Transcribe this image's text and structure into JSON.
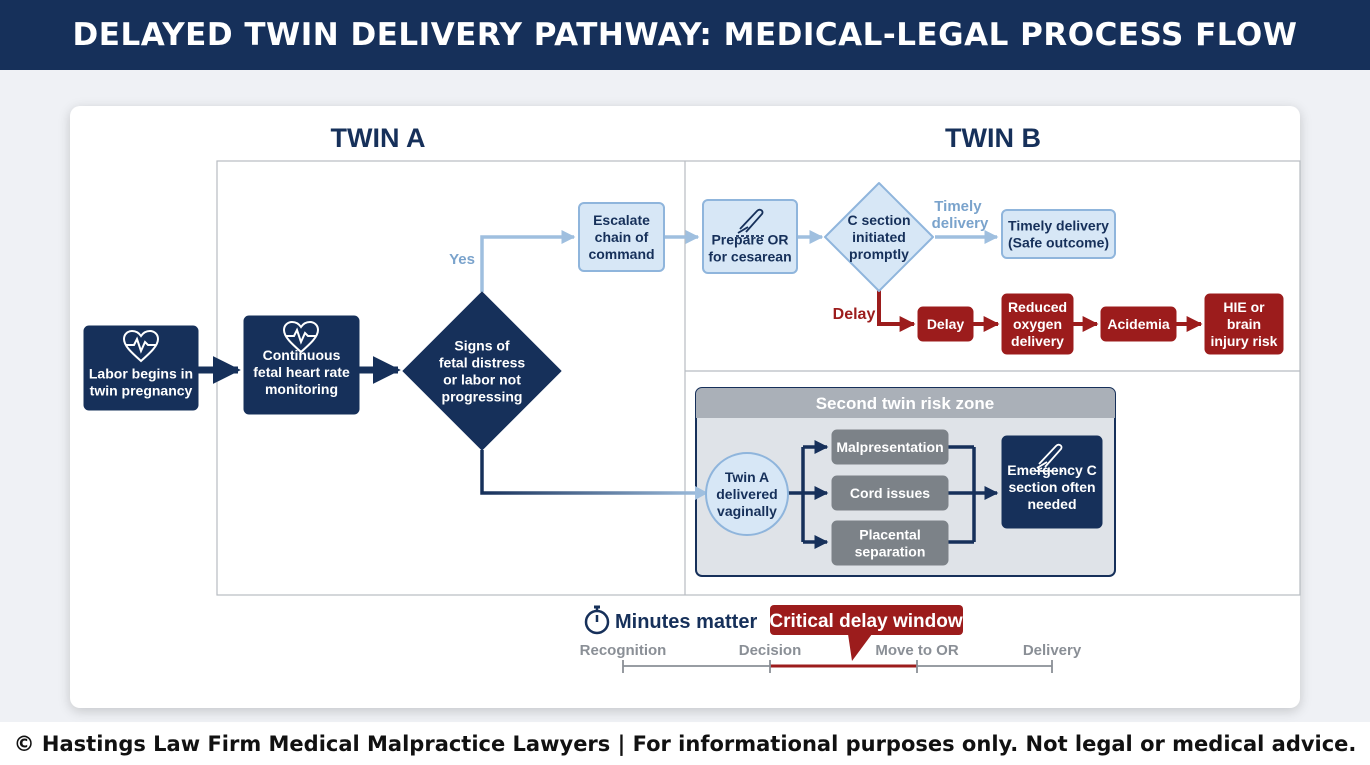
{
  "header": {
    "title": "DELAYED TWIN DELIVERY PATHWAY: MEDICAL-LEGAL PROCESS FLOW"
  },
  "columns": {
    "twin_a": "TWIN A",
    "twin_b": "TWIN B"
  },
  "nodes": {
    "labor": [
      "Labor begins in",
      "twin pregnancy"
    ],
    "monitoring": [
      "Continuous",
      "fetal heart rate",
      "monitoring"
    ],
    "decision": [
      "Signs of",
      "fetal distress",
      "or labor not",
      "progressing"
    ],
    "escalate": [
      "Escalate",
      "chain of",
      "command"
    ],
    "prepare_or": [
      "Prepare OR",
      "for cesarean"
    ],
    "c_section": [
      "C section",
      "initiated",
      "promptly"
    ],
    "timely": [
      "Timely delivery",
      "(Safe outcome)"
    ],
    "delay": [
      "Delay"
    ],
    "reduced_oxygen": [
      "Reduced",
      "oxygen",
      "delivery"
    ],
    "acidemia": [
      "Acidemia"
    ],
    "hie": [
      "HIE or",
      "brain",
      "injury risk"
    ],
    "twin_a_delivered": [
      "Twin A",
      "delivered",
      "vaginally"
    ],
    "malpresentation": [
      "Malpresentation"
    ],
    "cord_issues": [
      "Cord issues"
    ],
    "placental": [
      "Placental",
      "separation"
    ],
    "emergency": [
      "Emergency C",
      "section often",
      "needed"
    ]
  },
  "edge_labels": {
    "yes": "Yes",
    "timely_delivery": [
      "Timely",
      "delivery"
    ],
    "delay": "Delay"
  },
  "risk_zone": {
    "title": "Second twin risk zone"
  },
  "timeline": {
    "minutes_label": "Minutes matter",
    "critical_label": "Critical delay window",
    "stages": [
      "Recognition",
      "Decision",
      "Move to OR",
      "Delivery"
    ]
  },
  "footer": {
    "text": "© Hastings Law Firm Medical Malpractice Lawyers | For informational purposes only. Not legal or medical advice."
  },
  "colors": {
    "navy": "#16305a",
    "light_blue_fill": "#d7e7f6",
    "light_blue_stroke": "#8fb5dc",
    "arrow_light": "#9fbfdf",
    "red": "#9c1c1c",
    "gray": "#7c8288",
    "zone_fill": "#dfe3e8",
    "zone_header": "#aab0b8"
  }
}
